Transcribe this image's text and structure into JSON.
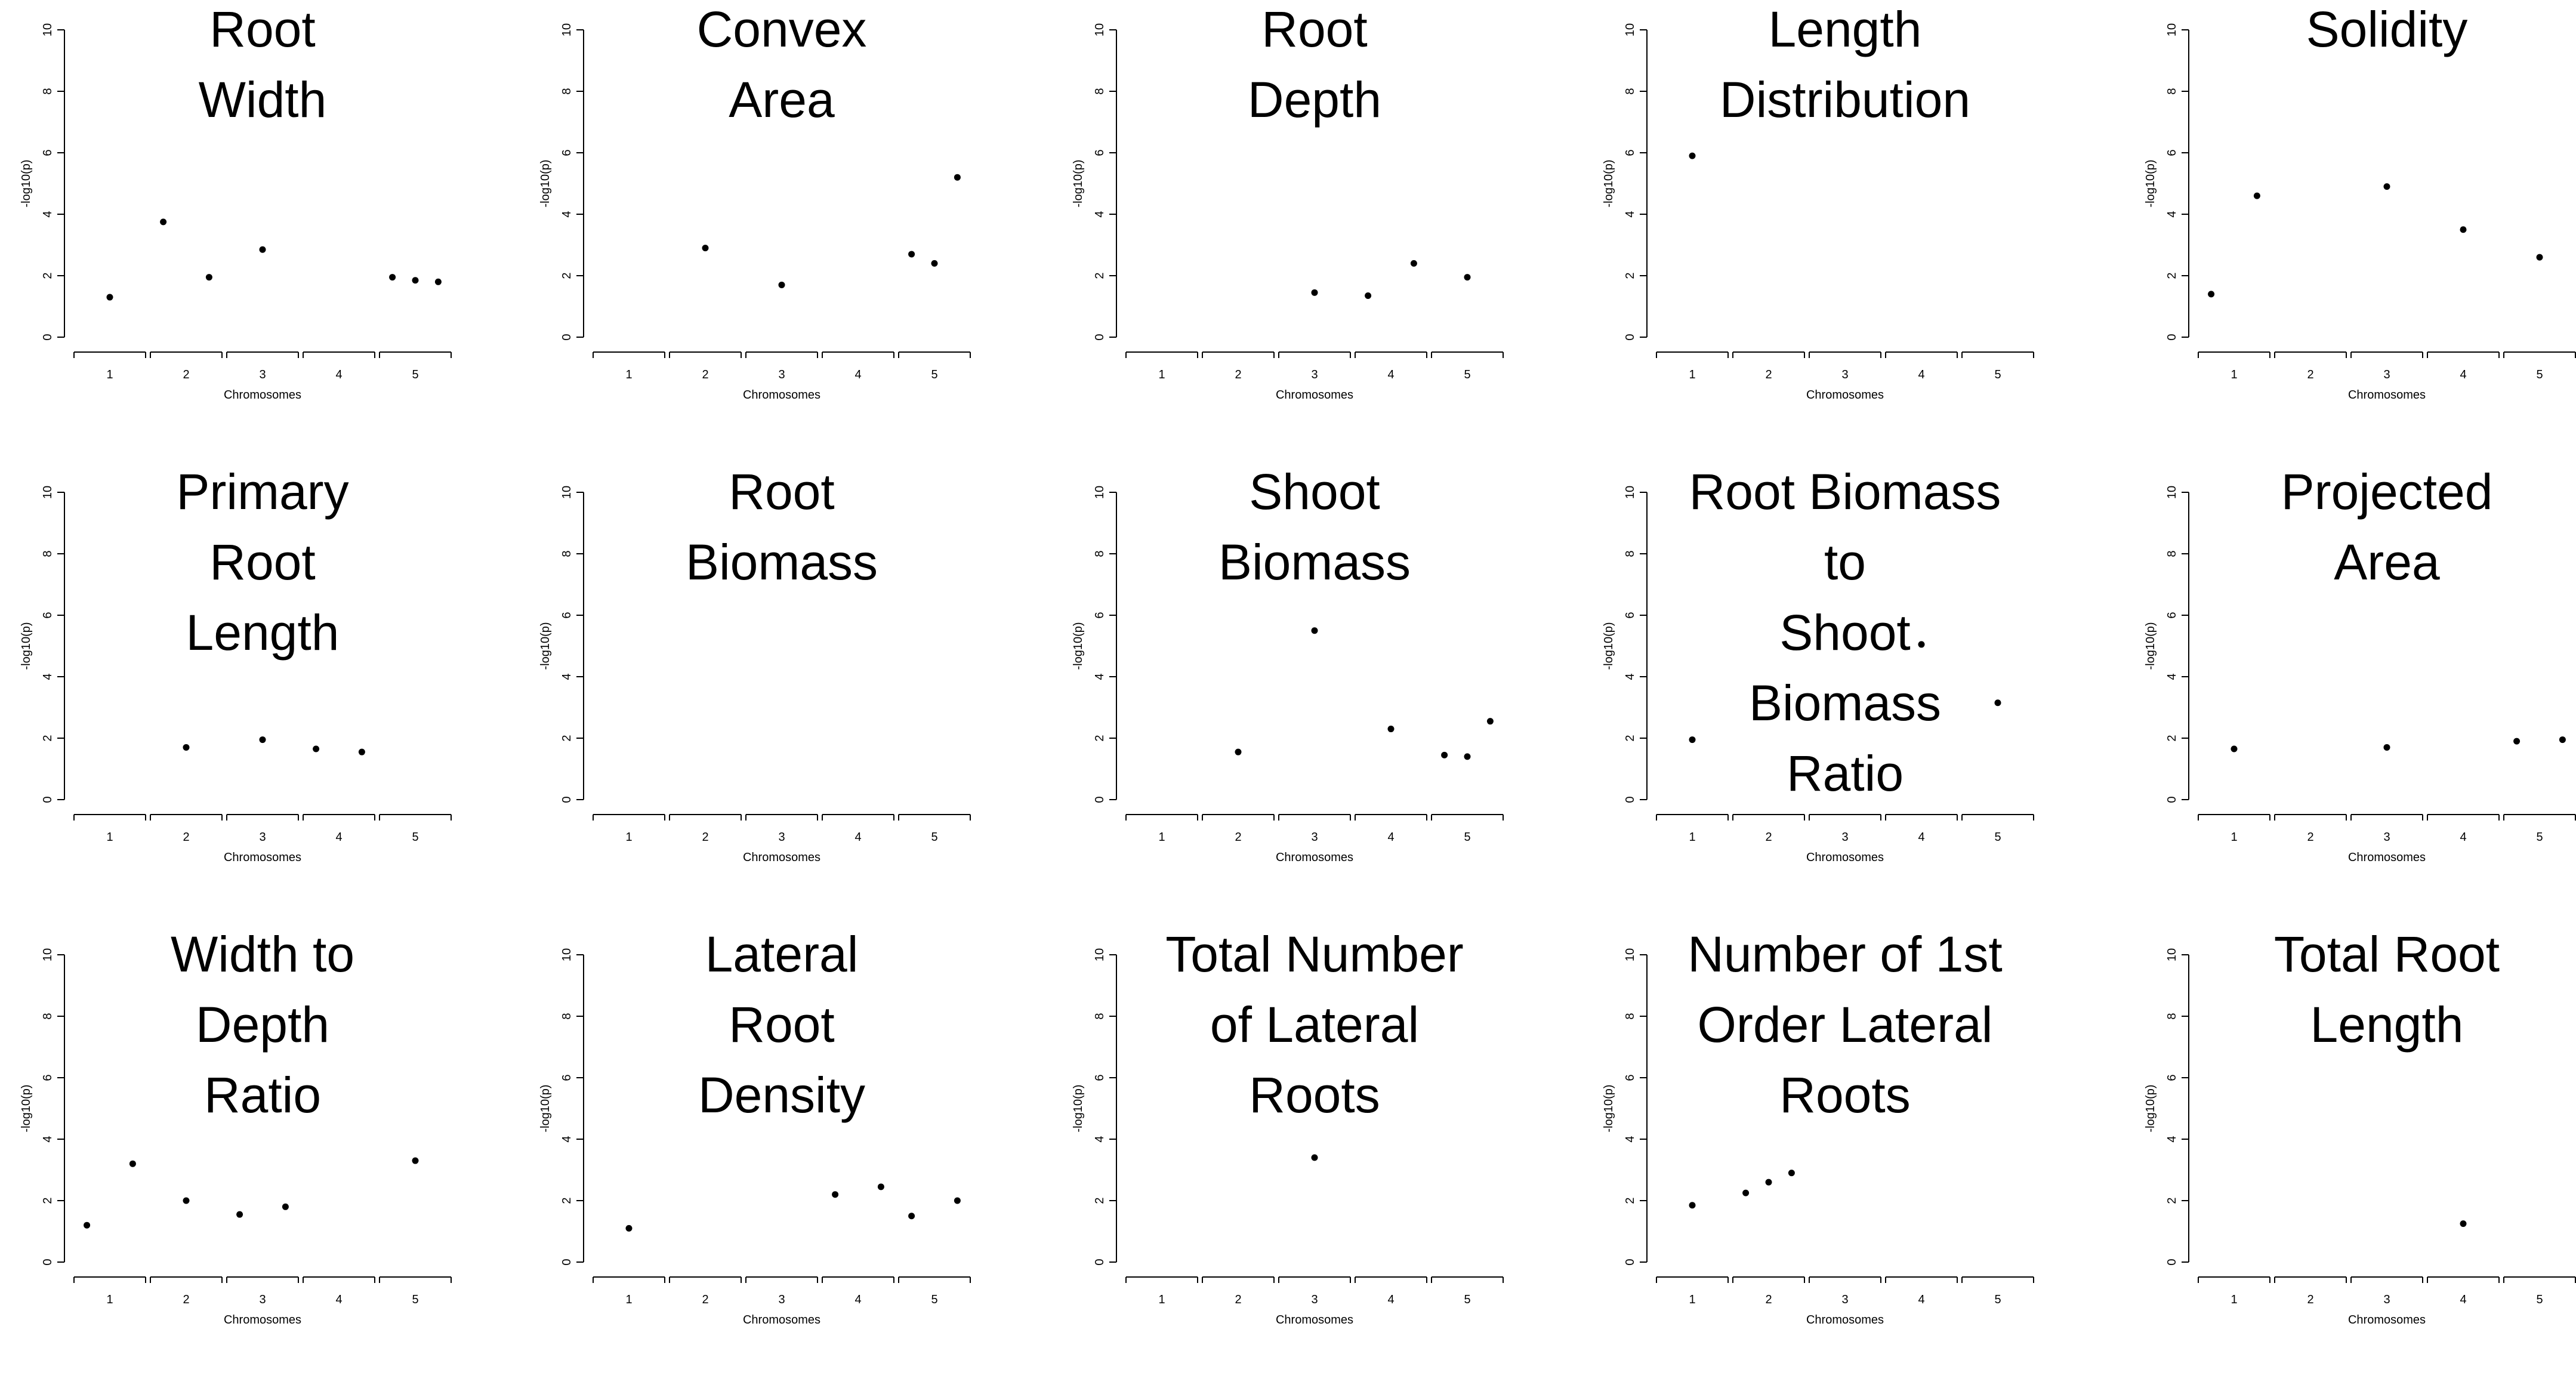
{
  "chart_data": [
    {
      "type": "scatter",
      "title": "Root\nWidth",
      "xlabel": "Chromosomes",
      "ylabel": "-log10(p)",
      "x_ticks": [
        "1",
        "2",
        "3",
        "4",
        "5"
      ],
      "y_ticks": [
        "0",
        "2",
        "4",
        "6",
        "8",
        "10"
      ],
      "ylim": [
        0,
        10
      ],
      "points": [
        {
          "chr": 1,
          "y": 1.3
        },
        {
          "chr": 2,
          "y": 3.75
        },
        {
          "chr": 2,
          "y": 1.95
        },
        {
          "chr": 3,
          "y": 2.85
        },
        {
          "chr": 5,
          "y": 1.95
        },
        {
          "chr": 5,
          "y": 1.85
        },
        {
          "chr": 5,
          "y": 1.8
        }
      ]
    },
    {
      "type": "scatter",
      "title": "Convex\nArea",
      "xlabel": "Chromosomes",
      "ylabel": "-log10(p)",
      "x_ticks": [
        "1",
        "2",
        "3",
        "4",
        "5"
      ],
      "y_ticks": [
        "0",
        "2",
        "4",
        "6",
        "8",
        "10"
      ],
      "ylim": [
        0,
        10
      ],
      "points": [
        {
          "chr": 2,
          "y": 2.9
        },
        {
          "chr": 3,
          "y": 1.7
        },
        {
          "chr": 5,
          "y": 2.7
        },
        {
          "chr": 5,
          "y": 2.4
        },
        {
          "chr": 5,
          "y": 5.2
        }
      ]
    },
    {
      "type": "scatter",
      "title": "Root\nDepth",
      "xlabel": "Chromosomes",
      "ylabel": "-log10(p)",
      "x_ticks": [
        "1",
        "2",
        "3",
        "4",
        "5"
      ],
      "y_ticks": [
        "0",
        "2",
        "4",
        "6",
        "8",
        "10"
      ],
      "ylim": [
        0,
        10
      ],
      "points": [
        {
          "chr": 3,
          "y": 1.45
        },
        {
          "chr": 4,
          "y": 1.35
        },
        {
          "chr": 4,
          "y": 2.4
        },
        {
          "chr": 5,
          "y": 1.95
        }
      ]
    },
    {
      "type": "scatter",
      "title": "Length\nDistribution",
      "xlabel": "Chromosomes",
      "ylabel": "-log10(p)",
      "x_ticks": [
        "1",
        "2",
        "3",
        "4",
        "5"
      ],
      "y_ticks": [
        "0",
        "2",
        "4",
        "6",
        "8",
        "10"
      ],
      "ylim": [
        0,
        10
      ],
      "points": [
        {
          "chr": 1,
          "y": 5.9
        }
      ]
    },
    {
      "type": "scatter",
      "title": "Solidity",
      "xlabel": "Chromosomes",
      "ylabel": "-log10(p)",
      "x_ticks": [
        "1",
        "2",
        "3",
        "4",
        "5"
      ],
      "y_ticks": [
        "0",
        "2",
        "4",
        "6",
        "8",
        "10"
      ],
      "ylim": [
        0,
        10
      ],
      "points": [
        {
          "chr": 1,
          "y": 1.4
        },
        {
          "chr": 1,
          "y": 4.6
        },
        {
          "chr": 3,
          "y": 4.9
        },
        {
          "chr": 4,
          "y": 3.5
        },
        {
          "chr": 5,
          "y": 2.6
        }
      ]
    },
    {
      "type": "scatter",
      "title": "Primary\nRoot\nLength",
      "xlabel": "Chromosomes",
      "ylabel": "-log10(p)",
      "x_ticks": [
        "1",
        "2",
        "3",
        "4",
        "5"
      ],
      "y_ticks": [
        "0",
        "2",
        "4",
        "6",
        "8",
        "10"
      ],
      "ylim": [
        0,
        10
      ],
      "points": [
        {
          "chr": 2,
          "y": 1.7
        },
        {
          "chr": 3,
          "y": 1.95
        },
        {
          "chr": 4,
          "y": 1.65
        },
        {
          "chr": 4,
          "y": 1.55
        }
      ]
    },
    {
      "type": "scatter",
      "title": "Root\nBiomass",
      "xlabel": "Chromosomes",
      "ylabel": "-log10(p)",
      "x_ticks": [
        "1",
        "2",
        "3",
        "4",
        "5"
      ],
      "y_ticks": [
        "0",
        "2",
        "4",
        "6",
        "8",
        "10"
      ],
      "ylim": [
        0,
        10
      ],
      "points": []
    },
    {
      "type": "scatter",
      "title": "Shoot\nBiomass",
      "xlabel": "Chromosomes",
      "ylabel": "-log10(p)",
      "x_ticks": [
        "1",
        "2",
        "3",
        "4",
        "5"
      ],
      "y_ticks": [
        "0",
        "2",
        "4",
        "6",
        "8",
        "10"
      ],
      "ylim": [
        0,
        10
      ],
      "points": [
        {
          "chr": 2,
          "y": 1.55
        },
        {
          "chr": 3,
          "y": 5.5
        },
        {
          "chr": 4,
          "y": 2.3
        },
        {
          "chr": 5,
          "y": 1.45
        },
        {
          "chr": 5,
          "y": 1.4
        },
        {
          "chr": 5,
          "y": 2.55
        }
      ]
    },
    {
      "type": "scatter",
      "title": "Root Biomass to\nShoot Biomass\nRatio",
      "xlabel": "Chromosomes",
      "ylabel": "-log10(p)",
      "x_ticks": [
        "1",
        "2",
        "3",
        "4",
        "5"
      ],
      "y_ticks": [
        "0",
        "2",
        "4",
        "6",
        "8",
        "10"
      ],
      "ylim": [
        0,
        10
      ],
      "points": [
        {
          "chr": 1,
          "y": 1.95
        },
        {
          "chr": 4,
          "y": 5.05
        },
        {
          "chr": 5,
          "y": 3.15
        }
      ]
    },
    {
      "type": "scatter",
      "title": "Projected\nArea",
      "xlabel": "Chromosomes",
      "ylabel": "-log10(p)",
      "x_ticks": [
        "1",
        "2",
        "3",
        "4",
        "5"
      ],
      "y_ticks": [
        "0",
        "2",
        "4",
        "6",
        "8",
        "10"
      ],
      "ylim": [
        0,
        10
      ],
      "points": [
        {
          "chr": 1,
          "y": 1.65
        },
        {
          "chr": 3,
          "y": 1.7
        },
        {
          "chr": 5,
          "y": 1.9
        },
        {
          "chr": 5,
          "y": 1.95
        }
      ]
    },
    {
      "type": "scatter",
      "title": "Width to\nDepth\nRatio",
      "xlabel": "Chromosomes",
      "ylabel": "-log10(p)",
      "x_ticks": [
        "1",
        "2",
        "3",
        "4",
        "5"
      ],
      "y_ticks": [
        "0",
        "2",
        "4",
        "6",
        "8",
        "10"
      ],
      "ylim": [
        0,
        10
      ],
      "points": [
        {
          "chr": 1,
          "y": 1.2
        },
        {
          "chr": 1,
          "y": 3.2
        },
        {
          "chr": 2,
          "y": 2.0
        },
        {
          "chr": 3,
          "y": 1.55
        },
        {
          "chr": 3,
          "y": 1.8
        },
        {
          "chr": 5,
          "y": 3.3
        }
      ]
    },
    {
      "type": "scatter",
      "title": "Lateral\nRoot\nDensity",
      "xlabel": "Chromosomes",
      "ylabel": "-log10(p)",
      "x_ticks": [
        "1",
        "2",
        "3",
        "4",
        "5"
      ],
      "y_ticks": [
        "0",
        "2",
        "4",
        "6",
        "8",
        "10"
      ],
      "ylim": [
        0,
        10
      ],
      "points": [
        {
          "chr": 1,
          "y": 1.1
        },
        {
          "chr": 4,
          "y": 2.2
        },
        {
          "chr": 4,
          "y": 2.45
        },
        {
          "chr": 5,
          "y": 1.5
        },
        {
          "chr": 5,
          "y": 2.0
        }
      ]
    },
    {
      "type": "scatter",
      "title": "Total Number\nof Lateral Roots",
      "xlabel": "Chromosomes",
      "ylabel": "-log10(p)",
      "x_ticks": [
        "1",
        "2",
        "3",
        "4",
        "5"
      ],
      "y_ticks": [
        "0",
        "2",
        "4",
        "6",
        "8",
        "10"
      ],
      "ylim": [
        0,
        10
      ],
      "points": [
        {
          "chr": 3,
          "y": 3.4
        }
      ]
    },
    {
      "type": "scatter",
      "title": "Number of 1st\nOrder Lateral\nRoots",
      "xlabel": "Chromosomes",
      "ylabel": "-log10(p)",
      "x_ticks": [
        "1",
        "2",
        "3",
        "4",
        "5"
      ],
      "y_ticks": [
        "0",
        "2",
        "4",
        "6",
        "8",
        "10"
      ],
      "ylim": [
        0,
        10
      ],
      "points": [
        {
          "chr": 1,
          "y": 1.85
        },
        {
          "chr": 2,
          "y": 2.25
        },
        {
          "chr": 2,
          "y": 2.6
        },
        {
          "chr": 2,
          "y": 2.9
        }
      ]
    },
    {
      "type": "scatter",
      "title": "Total Root\nLength",
      "xlabel": "Chromosomes",
      "ylabel": "-log10(p)",
      "x_ticks": [
        "1",
        "2",
        "3",
        "4",
        "5"
      ],
      "y_ticks": [
        "0",
        "2",
        "4",
        "6",
        "8",
        "10"
      ],
      "ylim": [
        0,
        10
      ],
      "points": [
        {
          "chr": 4,
          "y": 1.25
        }
      ]
    }
  ]
}
